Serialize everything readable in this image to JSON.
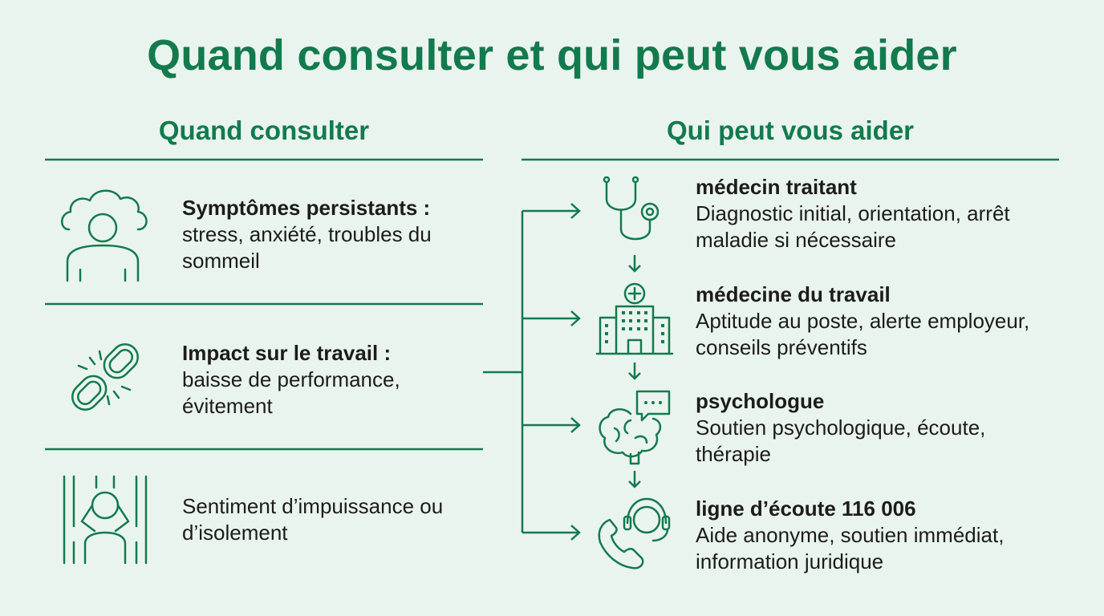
{
  "title": "Quand consulter et qui peut vous aider",
  "left": {
    "heading": "Quand consulter",
    "items": [
      {
        "icon": "stressed-person-cloud-icon",
        "title": "Symptômes persistants :",
        "text": "stress, anxiété, troubles du sommeil"
      },
      {
        "icon": "broken-chain-icon",
        "title": "Impact sur le travail :",
        "text": "baisse de performance, évitement"
      },
      {
        "icon": "isolated-person-bars-icon",
        "title": "",
        "text": "Sentiment d’impuissance ou d’isolement"
      }
    ]
  },
  "right": {
    "heading": "Qui peut vous aider",
    "items": [
      {
        "icon": "stethoscope-icon",
        "title": "médecin traitant",
        "text": "Diagnostic initial, orientation, arrêt maladie si nécessaire"
      },
      {
        "icon": "hospital-icon",
        "title": "médecine du travail",
        "text": "Aptitude au poste, alerte employeur, conseils préventifs"
      },
      {
        "icon": "brain-speech-icon",
        "title": "psychologue",
        "text": "Soutien psychologique, écoute, thérapie"
      },
      {
        "icon": "phone-headset-icon",
        "title": "ligne d’écoute 116 006",
        "text": "Aide anonyme, soutien immédiat, information juridique"
      }
    ]
  },
  "colors": {
    "accent": "#137a4e",
    "background": "#eaf4ee",
    "text": "#1c1c1c"
  }
}
